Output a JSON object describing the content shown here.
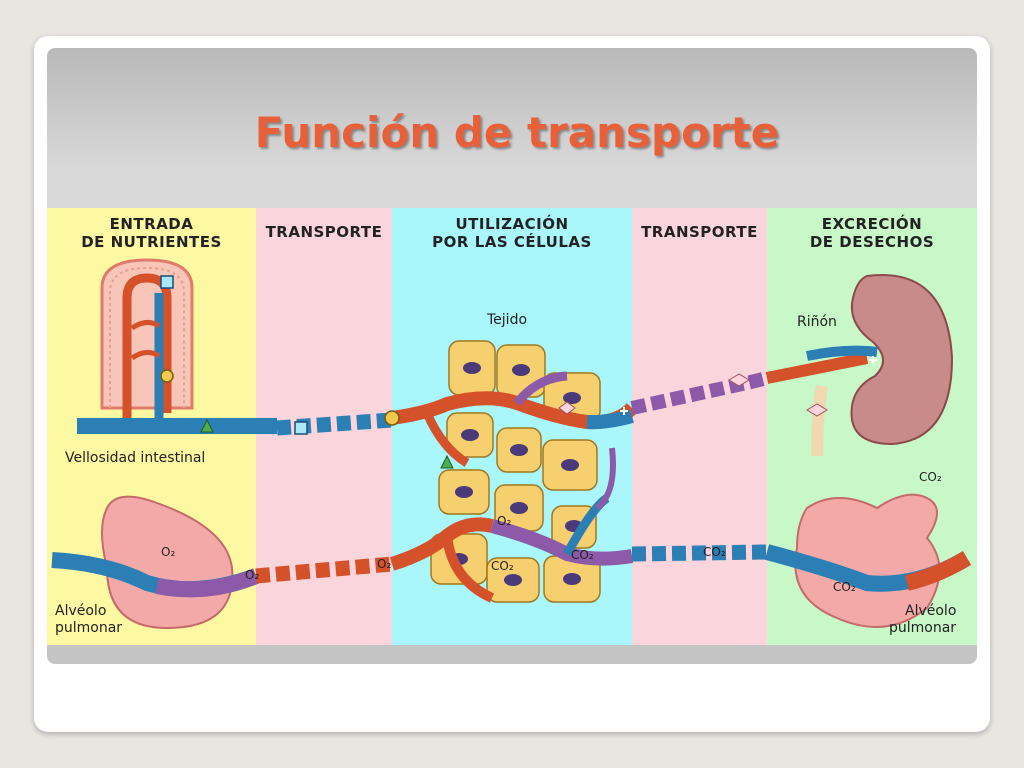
{
  "slide": {
    "title": "Función de transporte"
  },
  "columns": [
    {
      "line1": "ENTRADA",
      "line2": "DE NUTRIENTES",
      "color": "#fdf9a3"
    },
    {
      "line1": "TRANSPORTE",
      "line2": "",
      "color": "#fbd5dc"
    },
    {
      "line1": "UTILIZACIÓN",
      "line2": "POR LAS CÉLULAS",
      "color": "#a9f6fb"
    },
    {
      "line1": "TRANSPORTE",
      "line2": "",
      "color": "#fbd5dc"
    },
    {
      "line1": "EXCRECIÓN",
      "line2": "DE DESECHOS",
      "color": "#c8f7c8"
    }
  ],
  "labels": {
    "villus": "Vellosidad intestinal",
    "alveolus_left_1": "Alvéolo",
    "alveolus_left_2": "pulmonar",
    "alveolus_right_1": "Alvéolo",
    "alveolus_right_2": "pulmonar",
    "tissue": "Tejido",
    "kidney": "Riñón"
  },
  "gases": {
    "o2_alveolus": "O₂",
    "o2_vessel": "O₂",
    "o2_tissue_in": "O₂",
    "o2_tissue": "O₂",
    "co2_tissue": "CO₂",
    "co2_tissue_out": "CO₂",
    "co2_transport": "CO₂",
    "co2_alveolus": "CO₂",
    "co2_exhale": "CO₂"
  },
  "colors": {
    "artery": "#d5512a",
    "vein": "#2c7fb4",
    "mixed": "#8c5aa8",
    "cell": "#f6cf6f",
    "nucleus": "#4a3a7a",
    "alveolus": "#f4a9a9",
    "kidney": "#c98a8a"
  }
}
